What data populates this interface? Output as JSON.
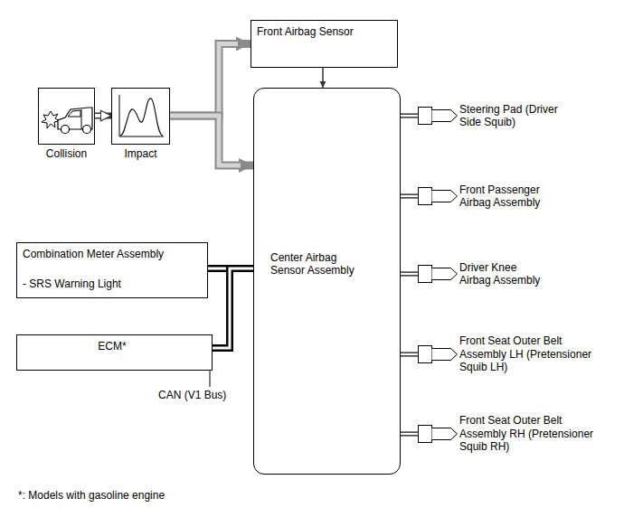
{
  "diagram": {
    "nodes": [
      {
        "text": [
          "Front Airbag Sensor"
        ]
      },
      {
        "text": [
          "Collision"
        ]
      },
      {
        "text": [
          "Impact"
        ]
      },
      {
        "text": [
          "Center Airbag Sensor Assembly"
        ]
      },
      {
        "text": [
          "Steering Pad (Driver Side Squib)"
        ]
      },
      {
        "text": [
          "Front Passenger Airbag Assembly"
        ]
      },
      {
        "text": [
          "Driver Knee Airbag Assembly"
        ]
      },
      {
        "text": [
          "Front Seat Outer Belt Assembly LH (Pretensioner Squib LH)"
        ]
      },
      {
        "text": [
          "Front Seat Outer Belt Assembly RH (Pretensioner Squib RH)"
        ]
      },
      {
        "text": [
          "Combination Meter Assembly",
          "- SRS Warning Light"
        ]
      },
      {
        "text": [
          "ECM*"
        ]
      }
    ],
    "edges": [
      {
        "from": 1,
        "to": 2,
        "arrow": "to"
      },
      {
        "from": 2,
        "to": 0,
        "arrow": "to"
      },
      {
        "from": 2,
        "to": 3,
        "arrow": "to"
      },
      {
        "from": 0,
        "to": 3,
        "arrow": "to"
      },
      {
        "from": 3,
        "to": 4,
        "arrow": "none"
      },
      {
        "from": 3,
        "to": 5,
        "arrow": "none"
      },
      {
        "from": 3,
        "to": 6,
        "arrow": "none"
      },
      {
        "from": 3,
        "to": 7,
        "arrow": "none"
      },
      {
        "from": 3,
        "to": 8,
        "arrow": "none"
      },
      {
        "from": 9,
        "to": 3,
        "arrow": "none"
      },
      {
        "from": 10,
        "to": 3,
        "arrow": "none"
      }
    ],
    "labels": [
      "CAN (V1 Bus)",
      "*: Models with gasoline engine"
    ]
  }
}
